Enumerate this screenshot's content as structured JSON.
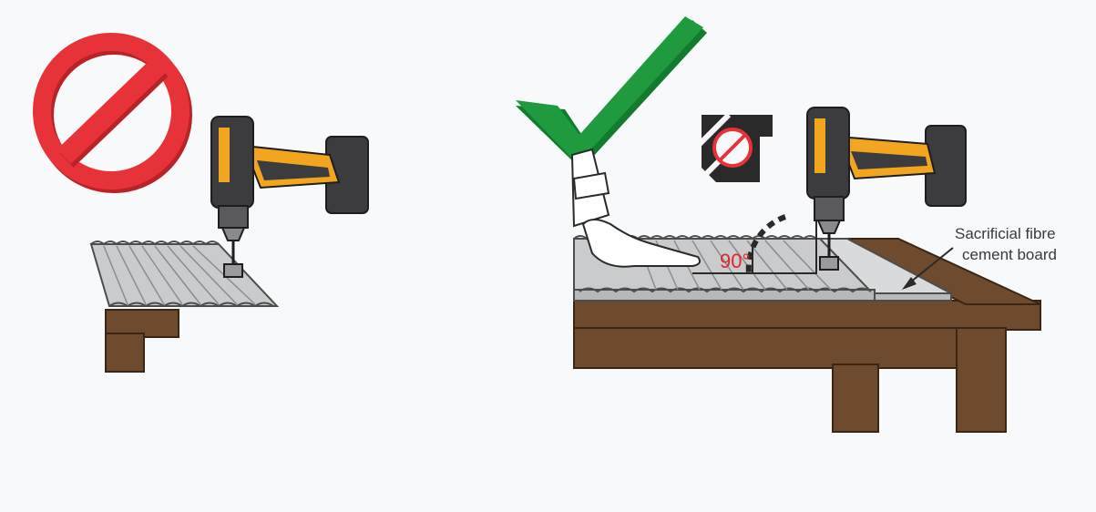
{
  "left_panel": {
    "status_icon": "prohibited-icon",
    "status_color": "#e8323a"
  },
  "right_panel": {
    "status_icon": "checkmark-icon",
    "status_color": "#1f9a3f",
    "angle_label": "90°",
    "annotation": {
      "line1": "Sacrificial fibre",
      "line2": "cement board"
    }
  },
  "colors": {
    "wood": "#6e4a2e",
    "sheet": "#c9cbcd",
    "drill_body": "#3c3c3f",
    "drill_accent": "#f2a51f",
    "board": "#d9dadb"
  }
}
